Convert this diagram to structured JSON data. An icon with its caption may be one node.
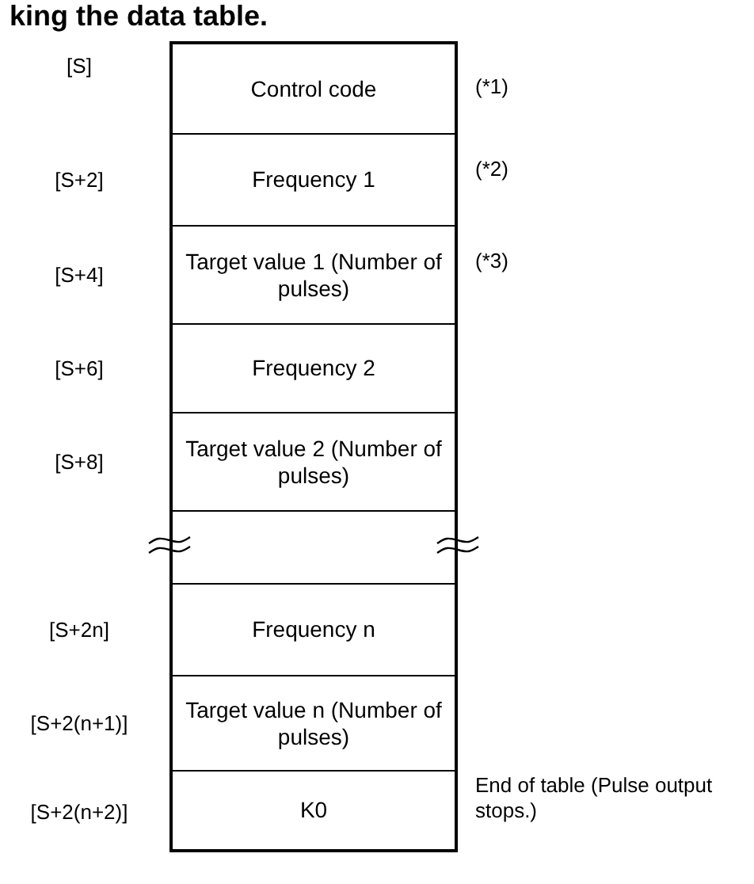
{
  "diagram": {
    "title": "king the data table.",
    "nodes": [
      {
        "text": [
          "Control code"
        ],
        "beside": [
          "[S]",
          "(*1)"
        ]
      },
      {
        "text": [
          "Frequency 1"
        ],
        "beside": [
          "[S+2]",
          "(*2)"
        ]
      },
      {
        "text": [
          "Target value 1 (Number of pulses)"
        ],
        "beside": [
          "[S+4]",
          "(*3)"
        ]
      },
      {
        "text": [
          "Frequency 2"
        ],
        "beside": [
          "[S+6]"
        ]
      },
      {
        "text": [
          "Target value 2 (Number of pulses)"
        ],
        "beside": [
          "[S+8]"
        ]
      },
      {
        "text": [],
        "shape": "box"
      },
      {
        "text": [
          "Frequency n"
        ],
        "beside": [
          "[S+2n]"
        ]
      },
      {
        "text": [
          "Target value n (Number of pulses)"
        ],
        "beside": [
          "[S+2(n+1)]"
        ]
      },
      {
        "text": [
          "K0"
        ],
        "beside": [
          "[S+2(n+2)]",
          "End of table (Pulse output stops.)"
        ]
      }
    ]
  }
}
